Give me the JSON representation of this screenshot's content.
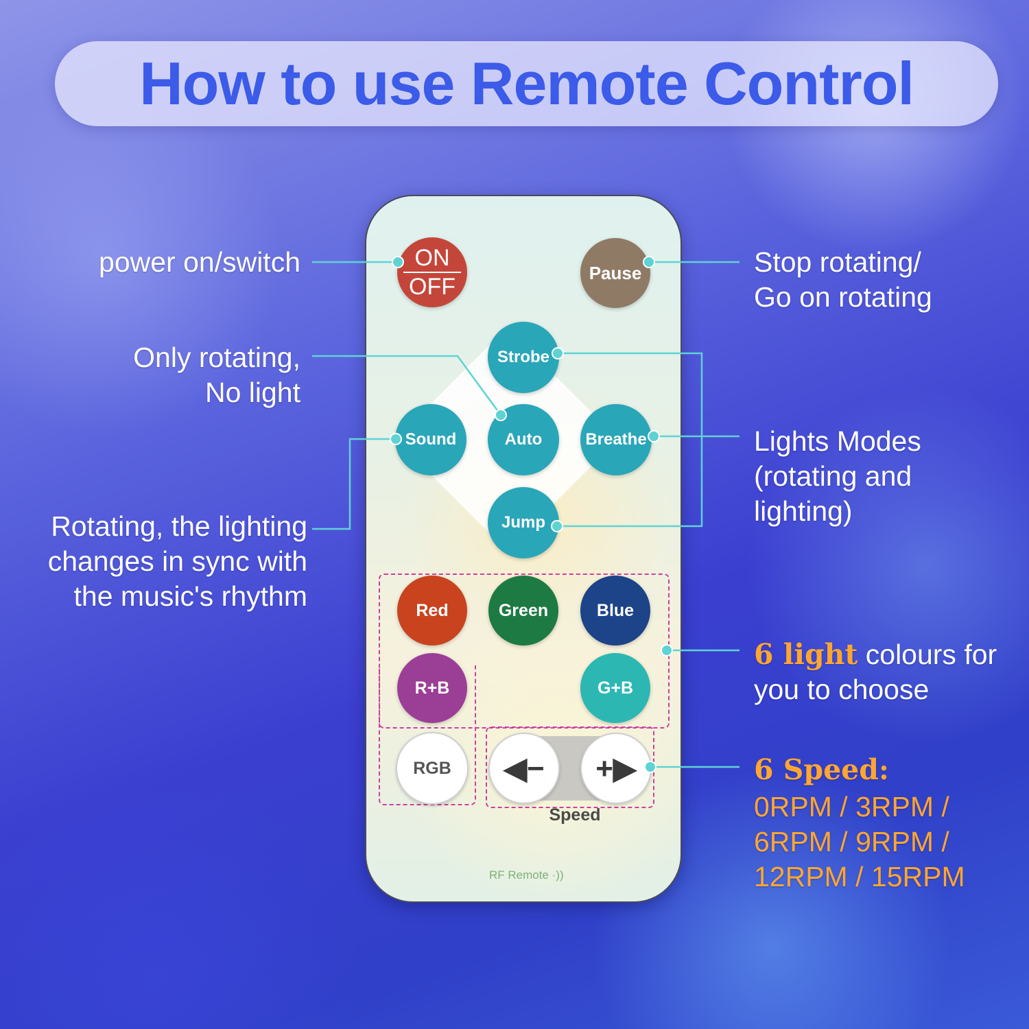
{
  "title": "How to use Remote Control",
  "labels": {
    "power": "power on/switch",
    "only_rotating_1": "Only rotating,",
    "only_rotating_2": "No light",
    "sound_1": "Rotating, the lighting",
    "sound_2": "changes in sync with",
    "sound_3": "the music's rhythm",
    "pause_1": "Stop rotating/",
    "pause_2": "Go on rotating",
    "modes_1": "Lights Modes",
    "modes_2": "(rotating and",
    "modes_3": "lighting)",
    "colours_highlight": "6 light",
    "colours_rest": " colours for",
    "colours_2": "you to choose",
    "speed_highlight": "6 Speed:",
    "speed_1": "0RPM / 3RPM /",
    "speed_2": "6RPM / 9RPM /",
    "speed_3": "12RPM / 15RPM"
  },
  "remote": {
    "on": "ON",
    "off": "OFF",
    "pause": "Pause",
    "strobe": "Strobe",
    "sound": "Sound",
    "auto": "Auto",
    "breathe": "Breathe",
    "jump": "Jump",
    "red": "Red",
    "green": "Green",
    "blue": "Blue",
    "rb": "R+B",
    "gb": "G+B",
    "rgb": "RGB",
    "minus": "◀−",
    "plus": "+▶",
    "speed": "Speed",
    "rf": "RF Remote ·))"
  },
  "colors": {
    "teal": "#2aa6b9",
    "red": "#c9431f",
    "green": "#1d7a43",
    "blue": "#1d4388",
    "rb": "#9b3f96",
    "gb": "#2cb7b3",
    "connector": "#5fd3d3",
    "orange": "#ffa631",
    "title": "#3b5be8"
  }
}
